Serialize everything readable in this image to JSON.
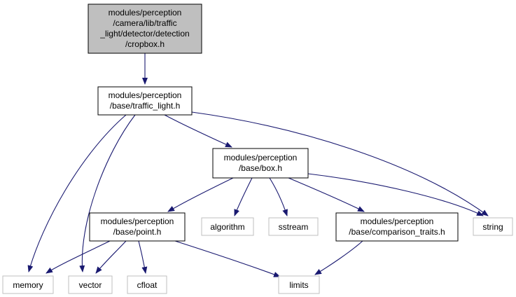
{
  "colors": {
    "edge": "#191970",
    "focus_fill": "#bfbfbf",
    "focus_border": "#000000",
    "node_border": "#000000",
    "external_border": "#bfbfbf",
    "text": "#000000"
  },
  "nodes": {
    "cropbox_h": {
      "lines": [
        "modules/perception",
        "/camera/lib/traffic",
        "_light/detector/detection",
        "/cropbox.h"
      ],
      "kind": "focus"
    },
    "traffic_light_h": {
      "lines": [
        "modules/perception",
        "/base/traffic_light.h"
      ],
      "kind": "header"
    },
    "box_h": {
      "lines": [
        "modules/perception",
        "/base/box.h"
      ],
      "kind": "header"
    },
    "point_h": {
      "lines": [
        "modules/perception",
        "/base/point.h"
      ],
      "kind": "header"
    },
    "comparison_traits_h": {
      "lines": [
        "modules/perception",
        "/base/comparison_traits.h"
      ],
      "kind": "header"
    },
    "algorithm": {
      "lines": [
        "algorithm"
      ],
      "kind": "external"
    },
    "sstream": {
      "lines": [
        "sstream"
      ],
      "kind": "external"
    },
    "string": {
      "lines": [
        "string"
      ],
      "kind": "external"
    },
    "memory": {
      "lines": [
        "memory"
      ],
      "kind": "external"
    },
    "vector": {
      "lines": [
        "vector"
      ],
      "kind": "external"
    },
    "cfloat": {
      "lines": [
        "cfloat"
      ],
      "kind": "external"
    },
    "limits": {
      "lines": [
        "limits"
      ],
      "kind": "external"
    }
  },
  "edges": [
    {
      "from": "cropbox_h",
      "to": "traffic_light_h"
    },
    {
      "from": "traffic_light_h",
      "to": "memory"
    },
    {
      "from": "traffic_light_h",
      "to": "vector"
    },
    {
      "from": "traffic_light_h",
      "to": "box_h"
    },
    {
      "from": "traffic_light_h",
      "to": "string"
    },
    {
      "from": "box_h",
      "to": "point_h"
    },
    {
      "from": "box_h",
      "to": "algorithm"
    },
    {
      "from": "box_h",
      "to": "sstream"
    },
    {
      "from": "box_h",
      "to": "comparison_traits_h"
    },
    {
      "from": "box_h",
      "to": "string"
    },
    {
      "from": "point_h",
      "to": "memory"
    },
    {
      "from": "point_h",
      "to": "vector"
    },
    {
      "from": "point_h",
      "to": "cfloat"
    },
    {
      "from": "point_h",
      "to": "limits"
    },
    {
      "from": "comparison_traits_h",
      "to": "limits"
    }
  ]
}
